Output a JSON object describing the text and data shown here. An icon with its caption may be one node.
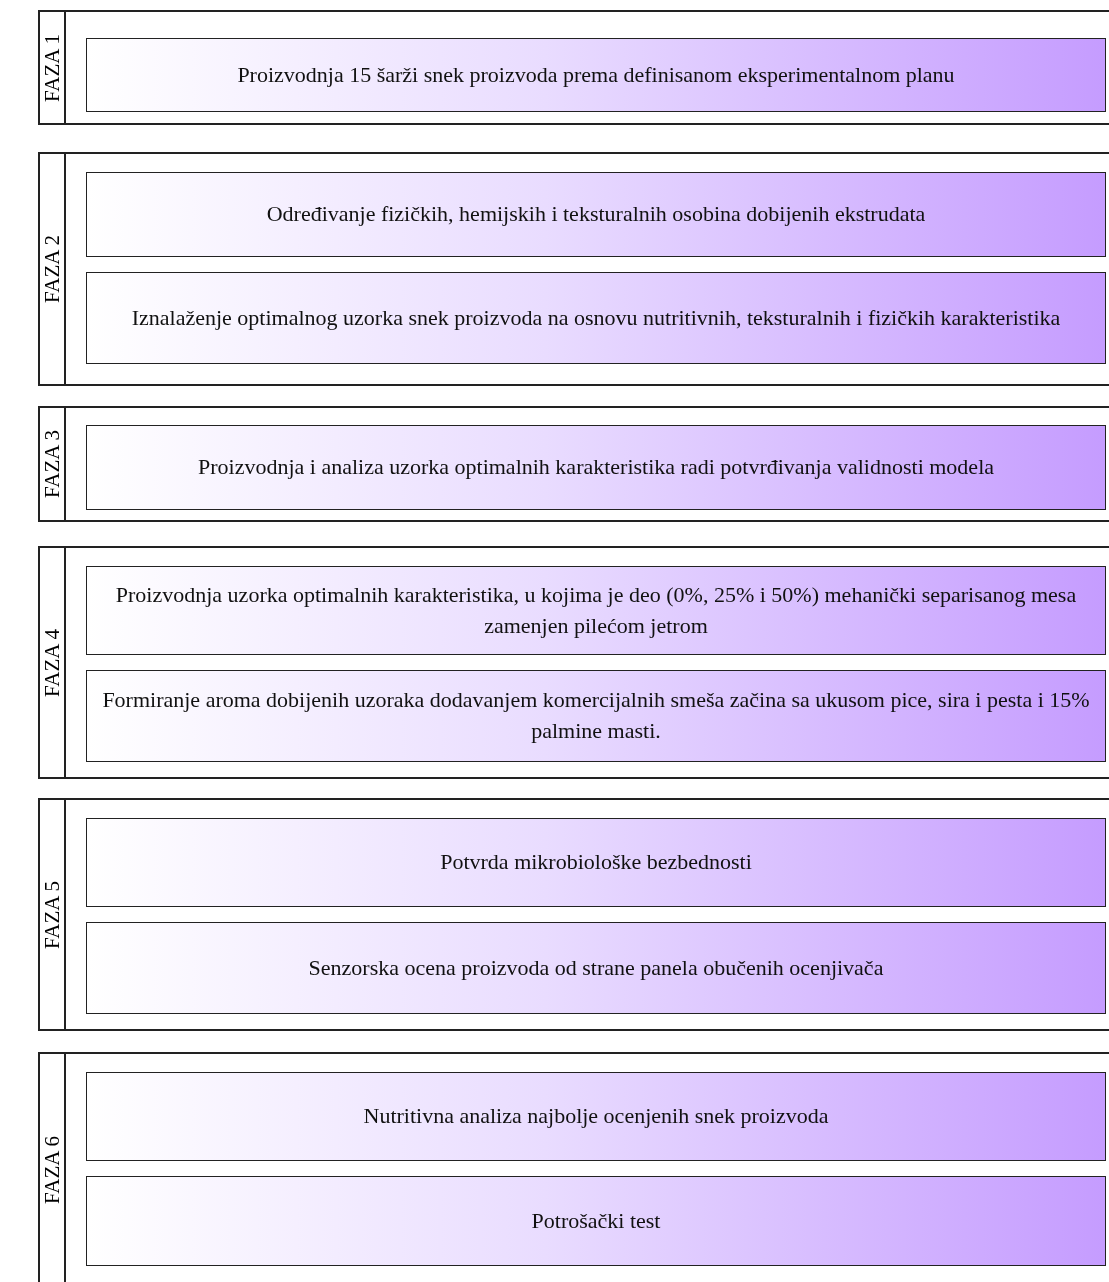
{
  "diagram": {
    "nodes": [
      {
        "text": [
          "FAZA 1"
        ]
      },
      {
        "text": [
          "Proizvodnja  15 šarži snek proizvoda prema definisanom eksperimentalnom planu"
        ],
        "in": 0
      },
      {
        "text": [
          "FAZA 2"
        ]
      },
      {
        "text": [
          "Određivanje fizičkih, hemijskih i teksturalnih osobina dobijenih ekstrudata"
        ],
        "in": 2
      },
      {
        "text": [
          "Iznalaženje optimalnog uzorka snek proizvoda na osnovu nutritivnih, teksturalnih i fizičkih karakteristika"
        ],
        "in": 2
      },
      {
        "text": [
          "FAZA 3"
        ]
      },
      {
        "text": [
          "Proizvodnja i analiza uzorka optimalnih karakteristika radi potvrđivanja validnosti modela"
        ],
        "in": 5
      },
      {
        "text": [
          "FAZA 4"
        ]
      },
      {
        "text": [
          "Proizvodnja uzorka optimalnih karakteristika, u kojima je deo (0%, 25% i 50%) mehanički separisanog mesa zamenjen pilećom jetrom"
        ],
        "in": 7
      },
      {
        "text": [
          "Formiranje aroma dobijenih uzoraka dodavanjem komercijalnih smeša začina sa ukusom pice, sira i pesta i 15% palmine masti."
        ],
        "in": 7
      },
      {
        "text": [
          "FAZA 5"
        ]
      },
      {
        "text": [
          "Potvrda mikrobiološke bezbednosti"
        ],
        "in": 10
      },
      {
        "text": [
          "Senzorska ocena proizvoda od strane panela obučenih ocenjivača"
        ],
        "in": 10
      },
      {
        "text": [
          "FAZA 6"
        ]
      },
      {
        "text": [
          "Nutritivna analiza najbolje ocenjenih snek proizvoda"
        ],
        "in": 13
      },
      {
        "text": [
          "Potrošački test"
        ],
        "in": 13
      }
    ]
  }
}
